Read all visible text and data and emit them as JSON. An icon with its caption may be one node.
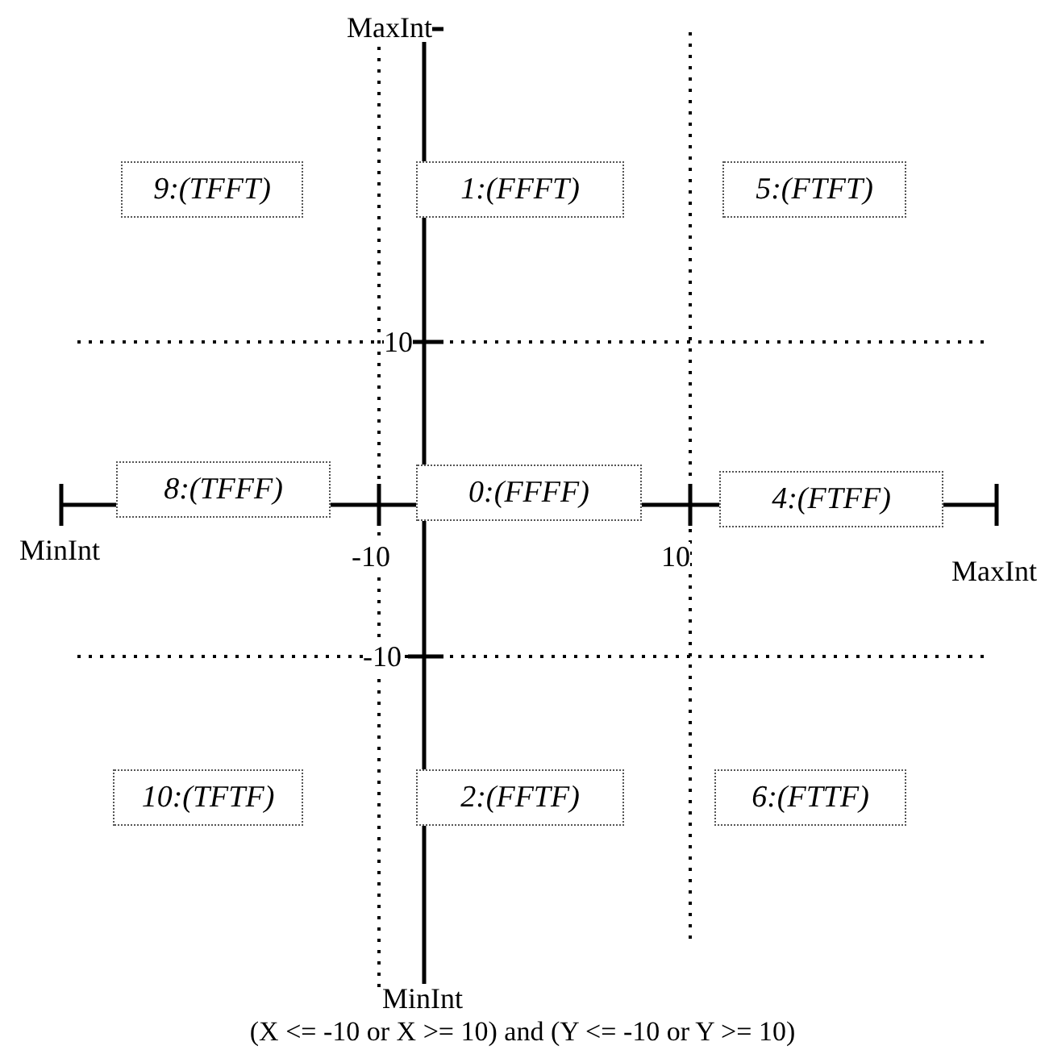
{
  "diagram": {
    "caption": "(X <= -10 or X >= 10) and (Y <= -10 or Y >= 10)",
    "nodes": [
      {
        "text": [
          "9:(TFFT)"
        ]
      },
      {
        "text": [
          "1:(FFFT)"
        ]
      },
      {
        "text": [
          "5:(FTFT)"
        ]
      },
      {
        "text": [
          "8:(TFFF)"
        ]
      },
      {
        "text": [
          "0:(FFFF)"
        ]
      },
      {
        "text": [
          "4:(FTFF)"
        ]
      },
      {
        "text": [
          "10:(TFTF)"
        ]
      },
      {
        "text": [
          "2:(FFTF)"
        ]
      },
      {
        "text": [
          "6:(FTTF)"
        ]
      }
    ],
    "labels": [
      "MaxInt",
      "10",
      "MinInt",
      "-10",
      "10",
      "MaxInt",
      "-10",
      "MinInt"
    ]
  }
}
